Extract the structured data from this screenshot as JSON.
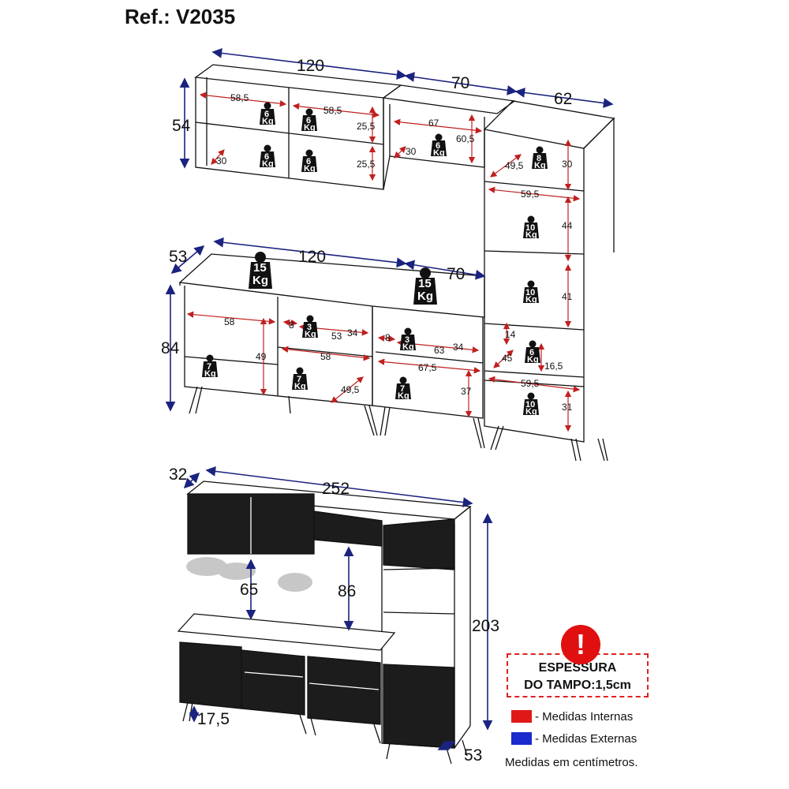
{
  "ref": "Ref.: V2035",
  "colors": {
    "internal": "#e01818",
    "external": "#1a2aa8",
    "arrow_int": "#c02020",
    "arrow_ext": "#1a237e"
  },
  "top_section": {
    "ext_width_left": "120",
    "ext_width_mid": "70",
    "ext_width_right": "62",
    "ext_height": "54",
    "int_w1": "58,5",
    "int_w2": "58,5",
    "int_h1": "25,5",
    "int_h2": "25,5",
    "int_d1": "30",
    "int_mid_w": "67",
    "int_mid_h": "60,5",
    "int_mid_d": "30",
    "weights": [
      "6",
      "6",
      "6",
      "6",
      "6"
    ],
    "tower": {
      "int_d": "49,5",
      "int_h1": "30",
      "int_w": "59,5",
      "int_h2": "44",
      "int_h3": "41",
      "int_h4": "14",
      "int_d2": "45",
      "int_h5": "16,5",
      "int_w2": "59,5",
      "int_h6": "31",
      "weights": [
        "8",
        "10",
        "10",
        "6",
        "10"
      ]
    }
  },
  "bottom_section": {
    "ext_depth": "53",
    "ext_width_left": "120",
    "ext_width_mid": "70",
    "ext_height": "84",
    "top_weights": [
      "15",
      "15"
    ],
    "int_w1": "58",
    "int_s1": "8",
    "int_s2": "53",
    "int_s3": "34",
    "int_w2": "58",
    "int_h1": "49",
    "int_d1": "49,5",
    "int_s4": "8",
    "int_s5": "63",
    "int_s6": "34",
    "int_w3": "67,5",
    "int_h2": "37",
    "weights": [
      "7",
      "3",
      "7",
      "3",
      "7"
    ]
  },
  "front_view": {
    "ext_depth": "32",
    "ext_width": "252",
    "ext_height": "203",
    "gap1": "65",
    "gap2": "86",
    "leg": "17,5",
    "base_depth": "53"
  },
  "kg_unit": "Kg",
  "warning": {
    "line1": "ESPESSURA",
    "line2": "DO TAMPO:1,5cm"
  },
  "legend": {
    "internal": "- Medidas Internas",
    "external": "- Medidas Externas"
  },
  "note": "Medidas em centímetros."
}
